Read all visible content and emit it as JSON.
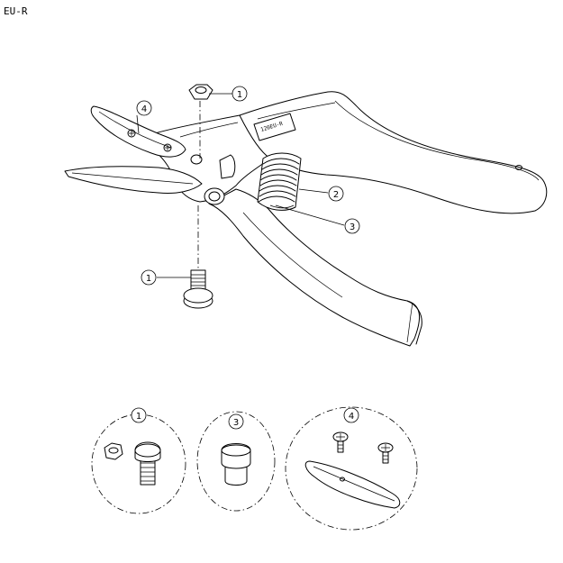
{
  "diagram": {
    "model_code": "EU-R",
    "handle_stamp": "120EU-R",
    "callouts": {
      "nut": "1",
      "spring": "2",
      "spring_cushion": "3",
      "anvil": "4",
      "bolt": "1"
    },
    "detail_groups": {
      "nut_and_bolt": "1",
      "cushion": "3",
      "anvil_and_screws": "4"
    }
  }
}
